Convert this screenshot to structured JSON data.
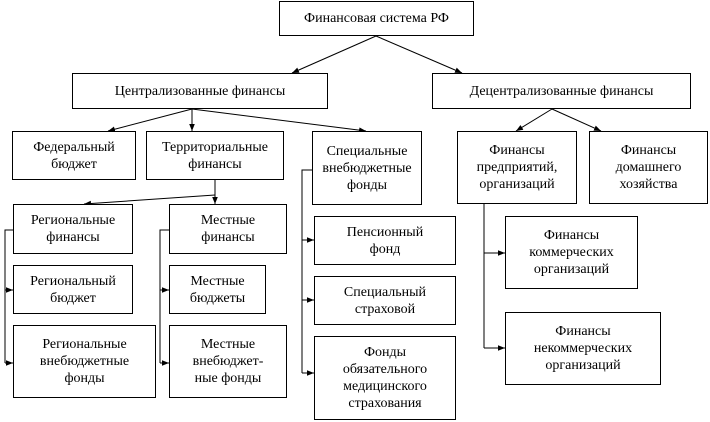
{
  "diagram": {
    "root": "Финансовая система РФ",
    "centralized": "Централизованные финансы",
    "decentralized": "Децентрализованные финансы",
    "federal_budget": "Федеральный\nбюджет",
    "territorial": "Территориальные\nфинансы",
    "special_funds": "Специальные\nвнебюджетные\nфонды",
    "enterprises": "Финансы\nпредприятий,\nорганизаций",
    "households": "Финансы\nдомашнего\nхозяйства",
    "regional_finance": "Региональные\nфинансы",
    "local_finance": "Местные\nфинансы",
    "pension_fund": "Пенсионный\nфонд",
    "commercial": "Финансы\nкоммерческих\nорганизаций",
    "regional_budget": "Региональный\nбюджет",
    "local_budgets": "Местные\nбюджеты",
    "special_insurance": "Специальный\nстраховой",
    "noncommercial": "Финансы\nнекоммерческих\nорганизаций",
    "regional_offbudget": "Региональные\nвнебюджетные\nфонды",
    "local_offbudget": "Местные\nвнебюджет-\nные фонды",
    "medical_insurance": "Фонды\nобязательного\nмедицинского\nстрахования"
  }
}
